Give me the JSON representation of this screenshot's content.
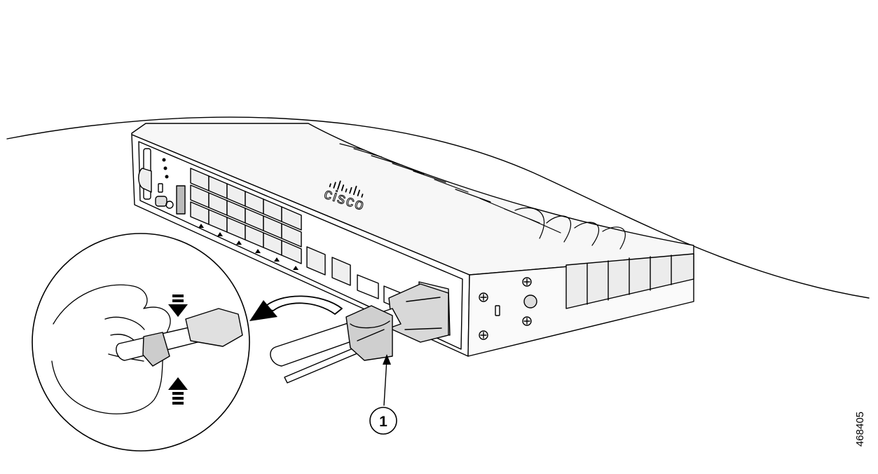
{
  "brand": {
    "logo_text": "cisco"
  },
  "callouts": [
    {
      "number": "1"
    }
  ],
  "figure_id": "468405",
  "colors": {
    "line": "#000000",
    "background": "#ffffff",
    "shade_light": "#f2f2f2",
    "shade_mid": "#d9d9d9",
    "shade_dark": "#bdbdbd"
  }
}
